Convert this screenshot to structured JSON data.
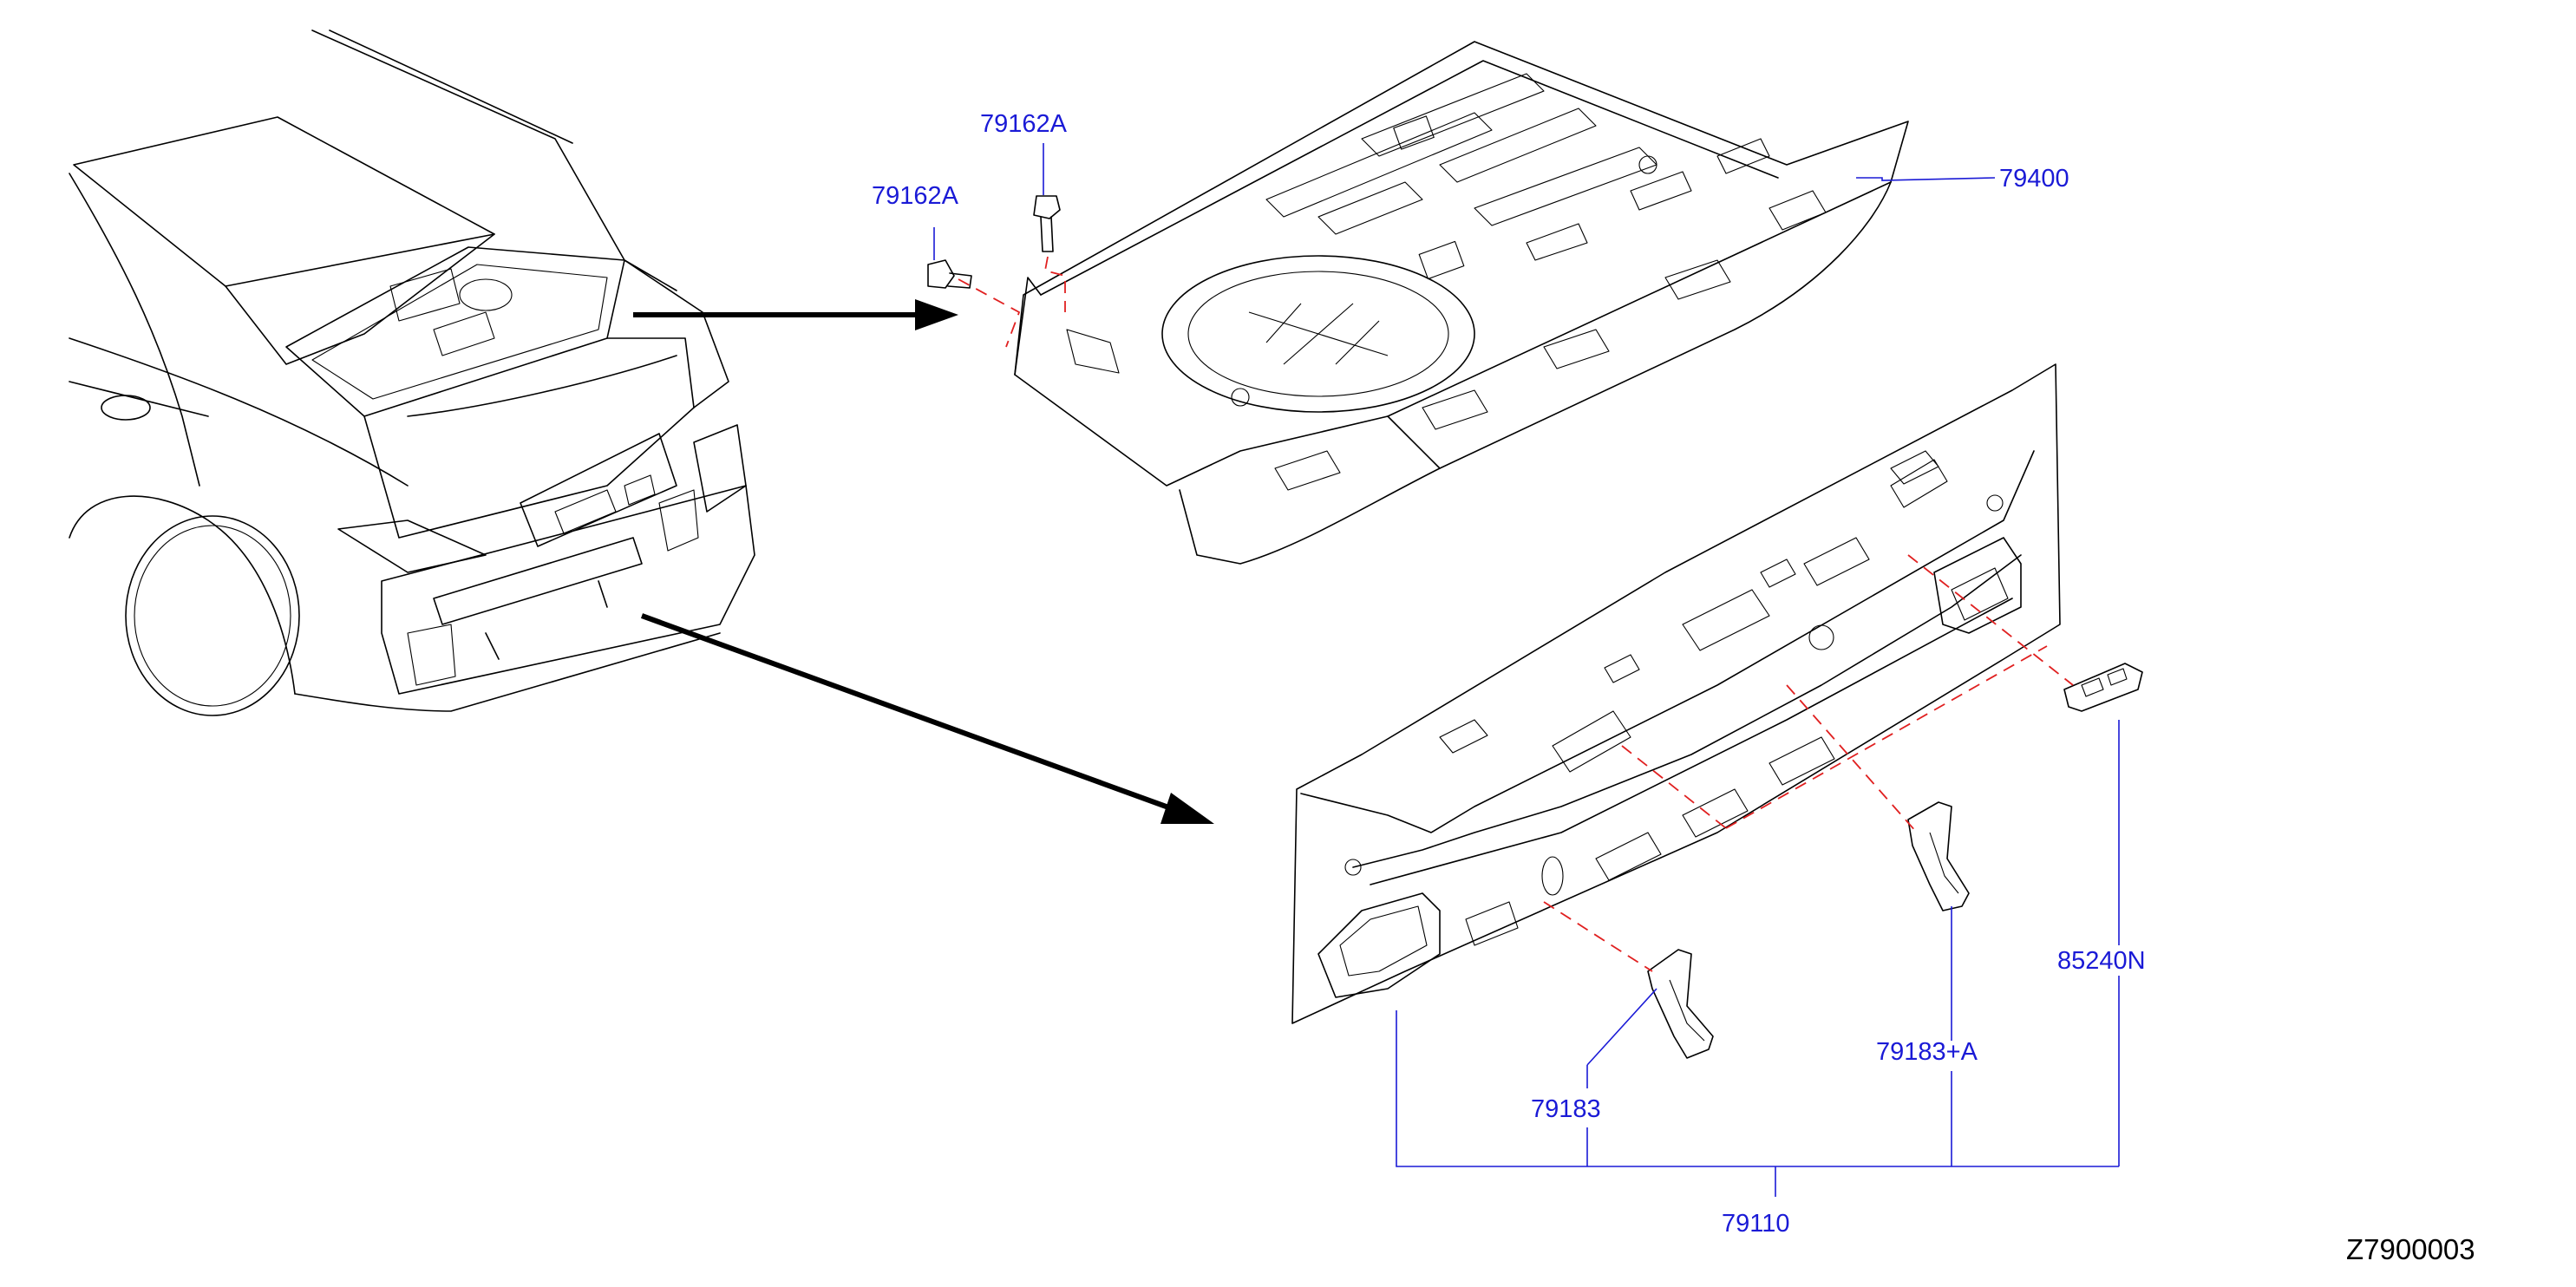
{
  "labels": {
    "bolt_left": "79162A",
    "bolt_top": "79162A",
    "rear_parcel_shelf": "79400",
    "rear_panel_assembly": "79110",
    "bracket_left": "79183",
    "bracket_right": "79183+A",
    "bracket_far_right": "85240N"
  },
  "diagram_code": "Z7900003",
  "colors": {
    "label_blue": "#1a1ad6",
    "dashed_red": "#e02020",
    "line_black": "#000000"
  }
}
